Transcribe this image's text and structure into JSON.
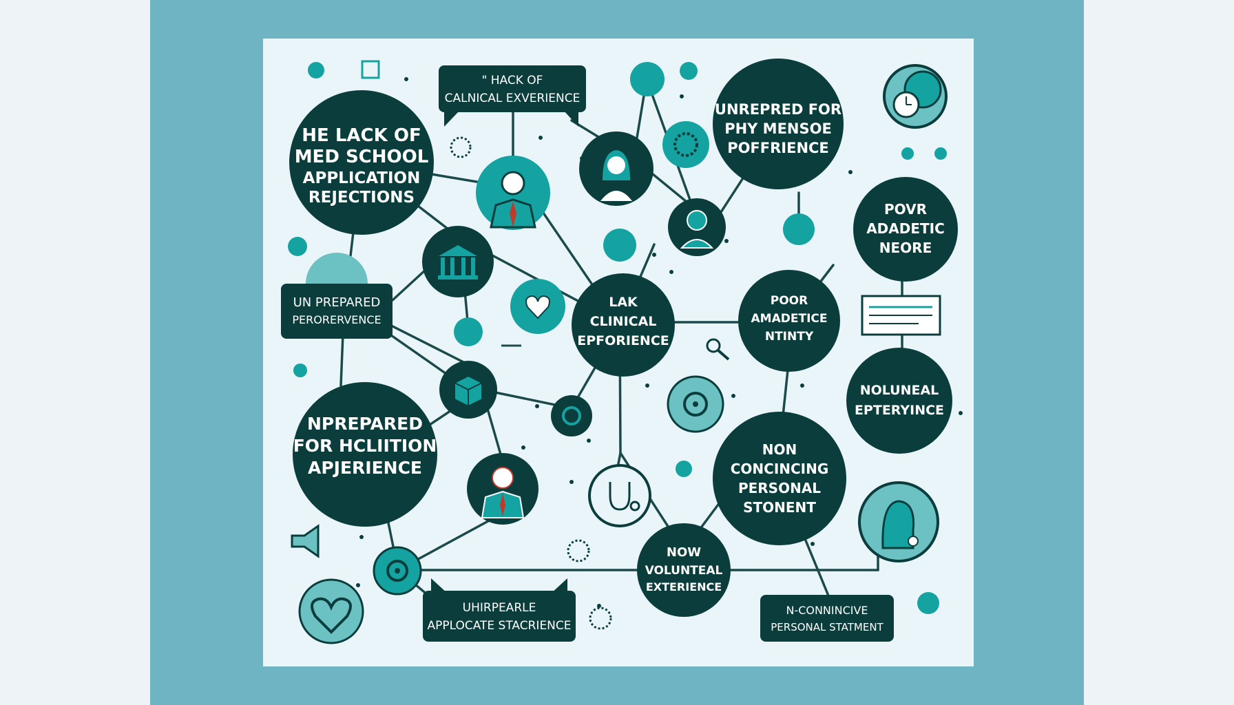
{
  "colors": {
    "frame": "#6fb4c3",
    "panel": "#eaf5fa",
    "dark": "#0b3d3d",
    "teal": "#14a3a0",
    "light_teal": "#6cc1c3",
    "line": "#1c4a4a"
  },
  "nodes": {
    "rejections": [
      "HE LACK OF",
      "MED SCHOOL",
      "APPLICATION",
      "REJECTIONS"
    ],
    "unprepared_top": [
      "UNREPRED FOR",
      "PHY MENSOE",
      "POFFRIENCE"
    ],
    "poor_top": [
      "POVR",
      "ADADETIC",
      "NEORE"
    ],
    "lack_clinical": [
      "LAK",
      "CLINICAL",
      "EPFORIENCE"
    ],
    "poor_mid": [
      "POOR",
      "AMADETICE",
      "NTINTY"
    ],
    "nprepared": [
      "NPREPARED",
      "FOR HCLIITION",
      "APJERIENCE"
    ],
    "noluneal": [
      "NOLUNEAL",
      "EPTERYINCE"
    ],
    "non_convincing": [
      "NON",
      "CONCINCING",
      "PERSONAL",
      "STONENT"
    ],
    "now_volunteal": [
      "NOW",
      "VOLUNTEAL",
      "EXTERIENCE"
    ]
  },
  "boxes": {
    "hack": [
      "\" HACK OF",
      "CALNICAL EXVERIENCE"
    ],
    "un_prepared": [
      "UN PREPARED",
      "PERORERVENCE"
    ],
    "uhirpearle": [
      "UHIRPEARLE",
      "APPLOCATE STACRIENCE"
    ],
    "n_connincive": [
      "N-CONNINCIVE",
      "PERSONAL STATMENT"
    ]
  },
  "icons": [
    "person-icon",
    "woman-icon",
    "man-icon",
    "doctor-icon",
    "building-icon",
    "heart-icon",
    "box-icon",
    "stethoscope-icon",
    "clock-icon",
    "document-icon",
    "magnifier-icon",
    "head-icon",
    "virus-icon",
    "target-icon",
    "megaphone-icon"
  ]
}
